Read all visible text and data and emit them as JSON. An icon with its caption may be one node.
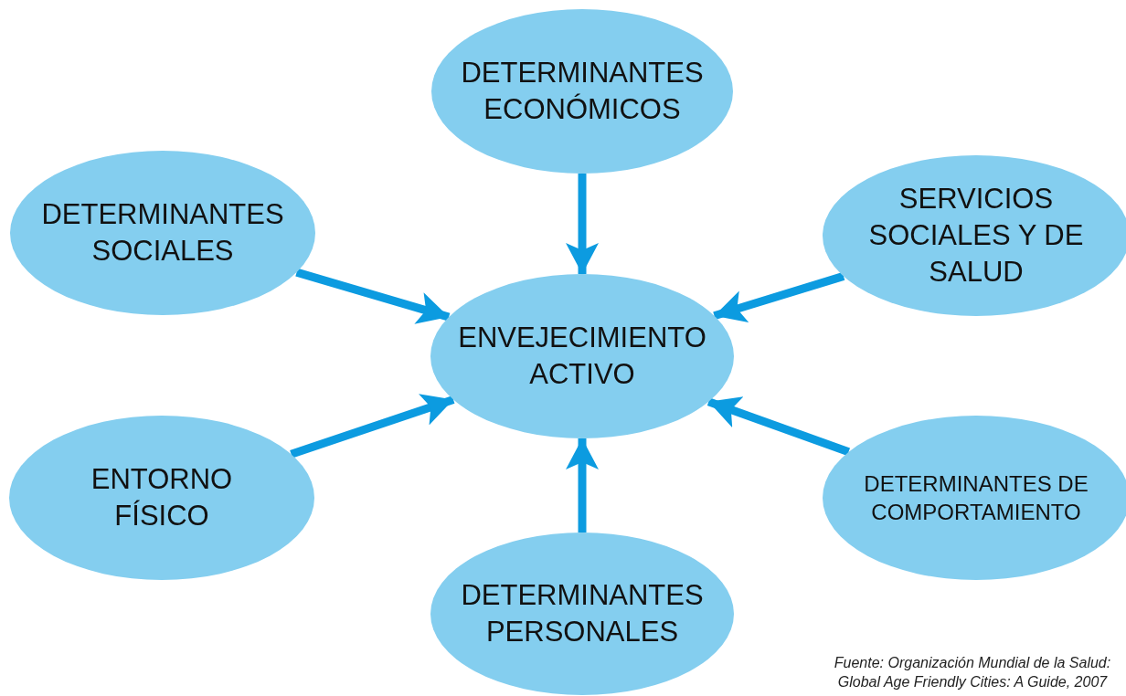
{
  "diagram": {
    "nodes": [
      {
        "text": [
          "DETERMINANTES ECONÓMICOS"
        ]
      },
      {
        "text": [
          "DETERMINANTES SOCIALES"
        ]
      },
      {
        "text": [
          "SERVICIOS SOCIALES Y DE SALUD"
        ]
      },
      {
        "text": [
          "ENVEJECIMIENTO ACTIVO"
        ]
      },
      {
        "text": [
          "ENTORNO FÍSICO"
        ]
      },
      {
        "text": [
          "DETERMINANTES DE COMPORTAMIENTO"
        ]
      },
      {
        "text": [
          "DETERMINANTES PERSONALES"
        ]
      }
    ],
    "edges": [
      {
        "from": 0,
        "to": 3,
        "arrow": "to"
      },
      {
        "from": 1,
        "to": 3,
        "arrow": "to"
      },
      {
        "from": 2,
        "to": 3,
        "arrow": "to"
      },
      {
        "from": 4,
        "to": 3,
        "arrow": "to"
      },
      {
        "from": 5,
        "to": 3,
        "arrow": "to"
      },
      {
        "from": 6,
        "to": 3,
        "arrow": "to"
      }
    ],
    "caption": "Fuente: Organización Mundial de la Salud: Global Age Friendly Cities: A Guide, 2007"
  }
}
